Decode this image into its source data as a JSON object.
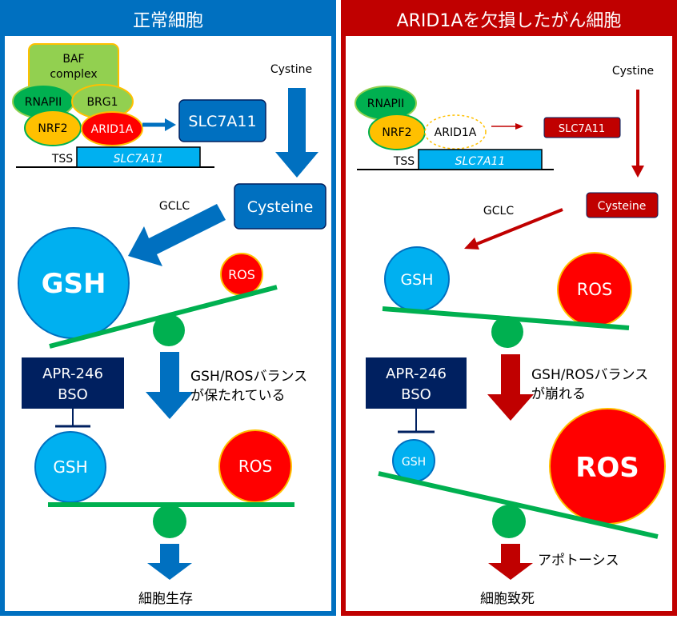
{
  "colors": {
    "left_frame": "#0070C0",
    "right_frame": "#C00000",
    "gsh_blue": "#00B0F0",
    "ros_red": "#FF0000",
    "seesaw_green": "#00B050",
    "navy_box": "#002060",
    "dark_red_box": "#C00000",
    "blue_box": "#0070C0",
    "baf_green": "#92D050",
    "rnapii_green": "#00B050",
    "nrf2_yellow": "#FFC000"
  },
  "left_panel": {
    "title": "正常細胞",
    "complex": {
      "baf": "BAF",
      "baf_sub": "complex",
      "rnapii": "RNAPII",
      "brg1": "BRG1",
      "nrf2": "NRF2",
      "arid1a": "ARID1A"
    },
    "tss": "TSS",
    "gene": "SLC7A11",
    "slc_box": "SLC7A11",
    "cystine": "Cystine",
    "cysteine": "Cysteine",
    "gclc": "GCLC",
    "gsh_big": "GSH",
    "ros_small": "ROS",
    "inhibitor_line1": "APR-246",
    "inhibitor_line2": "BSO",
    "balance_line1": "GSH/ROSバランス",
    "balance_line2": "が保たれている",
    "gsh_after": "GSH",
    "ros_after": "ROS",
    "outcome": "細胞生存"
  },
  "right_panel": {
    "title": "ARID1Aを欠損したがん細胞",
    "complex": {
      "rnapii": "RNAPII",
      "nrf2": "NRF2",
      "arid1a": "ARID1A"
    },
    "tss": "TSS",
    "gene": "SLC7A11",
    "slc_box": "SLC7A11",
    "cystine": "Cystine",
    "cysteine": "Cysteine",
    "gclc": "GCLC",
    "gsh_mid": "GSH",
    "ros_mid": "ROS",
    "inhibitor_line1": "APR-246",
    "inhibitor_line2": "BSO",
    "balance_line1": "GSH/ROSバランス",
    "balance_line2": "が崩れる",
    "gsh_after": "GSH",
    "ros_after": "ROS",
    "apoptosis": "アポトーシス",
    "outcome": "細胞致死"
  }
}
